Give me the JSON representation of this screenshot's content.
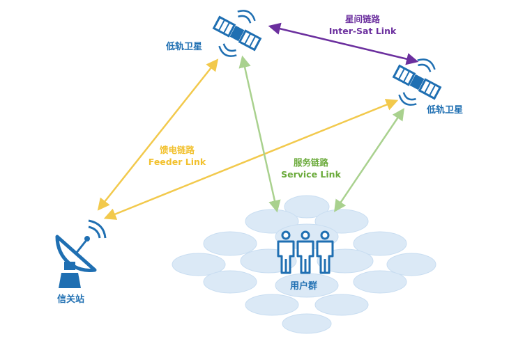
{
  "satellite_1": {
    "label": "低轨卫星"
  },
  "satellite_2": {
    "label": "低轨卫星"
  },
  "gateway": {
    "label": "信关站"
  },
  "users": {
    "label": "用户群"
  },
  "links": {
    "inter_sat": {
      "label_cn": "星间链路",
      "label_en": "Inter-Sat Link"
    },
    "feeder": {
      "label_cn": "馈电链路",
      "label_en": "Feeder Link"
    },
    "service": {
      "label_cn": "服务链路",
      "label_en": "Service Link"
    }
  },
  "colors": {
    "inter_sat": "#6b2f9e",
    "feeder": "#f2c94c",
    "service": "#a9d18e",
    "node": "#1f6fb2",
    "cloud": "#d9e8f7"
  }
}
